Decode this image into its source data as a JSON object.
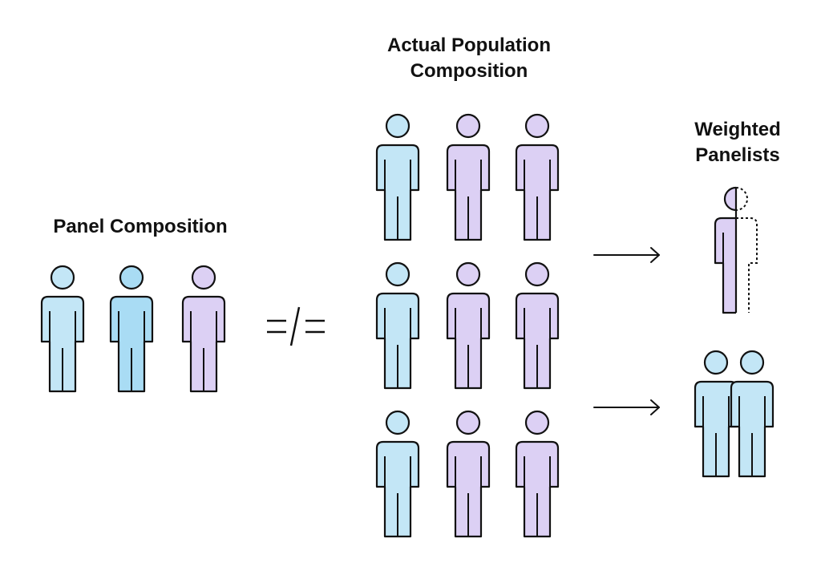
{
  "labels": {
    "panel_composition": "Panel Composition",
    "population_line1": "Actual Population",
    "population_line2": "Composition",
    "weighted_line1": "Weighted",
    "weighted_line2": "Panelists"
  },
  "not_equal_symbol": "=/=",
  "colors": {
    "blue": "#c3e6f6",
    "blue_strong": "#a9dcf4",
    "purple": "#dcd0f4",
    "outline": "#111111"
  },
  "panel": [
    "blue",
    "blue_strong",
    "purple"
  ],
  "population": [
    [
      "blue",
      "purple",
      "purple"
    ],
    [
      "blue",
      "purple",
      "purple"
    ],
    [
      "blue",
      "purple",
      "purple"
    ]
  ],
  "weighted": {
    "top": "purple-half-person-with-dashed-half",
    "bottom": "two-overlapping-blue-persons"
  },
  "icons": [
    "person-icon",
    "not-equal-icon",
    "arrow-right-icon",
    "half-person-icon"
  ]
}
